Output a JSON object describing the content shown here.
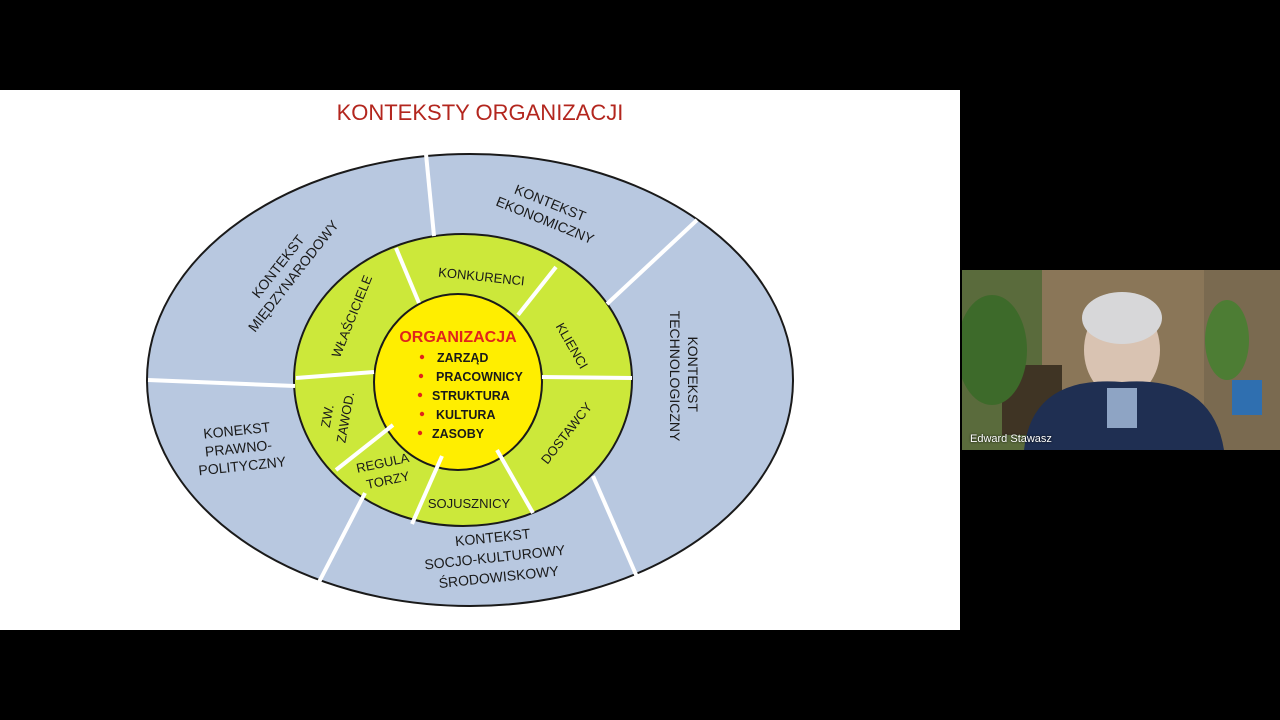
{
  "slide": {
    "title": "KONTEKSTY ORGANIZACJI",
    "outer_ring": {
      "kontekst_miedzynarodowy": [
        "KONTEKST",
        "MIĘDZYNARODOWY"
      ],
      "kontekst_ekonomiczny": [
        "KONTEKST",
        "EKONOMICZNY"
      ],
      "kontekst_technologiczny": [
        "KONTEKST",
        "TECHNOLOGICZNY"
      ],
      "kontekst_socjo_kulturowy": [
        "KONTEKST",
        "SOCJO-KULTUROWY",
        "ŚRODOWISKOWY"
      ],
      "konekst_prawno_polityczny": [
        "KONEKST",
        "PRAWNO-",
        "POLITYCZNY"
      ]
    },
    "middle_ring": {
      "konkurenci": "KONKURENCI",
      "klienci": "KLIENCI",
      "dostawcy": "DOSTAWCY",
      "sojusznicy": "SOJUSZNICY",
      "regulatorzy": [
        "REGULA",
        "TORZY"
      ],
      "zw_zawod": [
        "ZW.",
        "ZAWOD."
      ],
      "wlasciciele": "WŁAŚCICIELE"
    },
    "core": {
      "title": "ORGANIZACJA",
      "items": [
        "ZARZĄD",
        "PRACOWNICY",
        "STRUKTURA",
        "KULTURA",
        "ZASOBY"
      ]
    }
  },
  "video": {
    "participant_name": "Edward Stawasz"
  },
  "colors": {
    "outer_fill": "#b8c8e0",
    "middle_fill": "#cce83a",
    "core_fill": "#ffee00",
    "title_color": "#b3261e",
    "core_title_color": "#e0241b"
  }
}
